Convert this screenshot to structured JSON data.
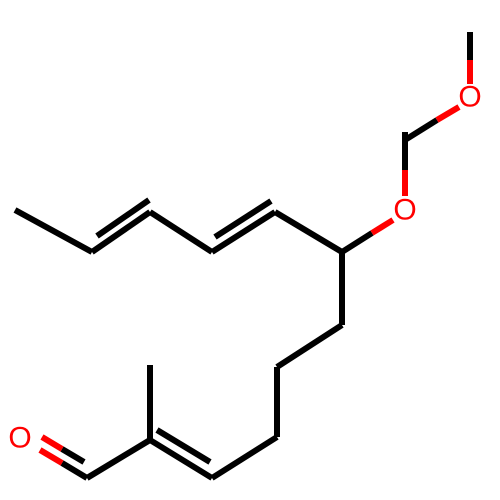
{
  "molecule": {
    "atoms": {
      "o_top": "O",
      "o_middle": "O",
      "o_carbonyl": "O"
    },
    "colors": {
      "bond": "#000000",
      "heteroatom": "#ff0000",
      "background": "#ffffff"
    }
  }
}
